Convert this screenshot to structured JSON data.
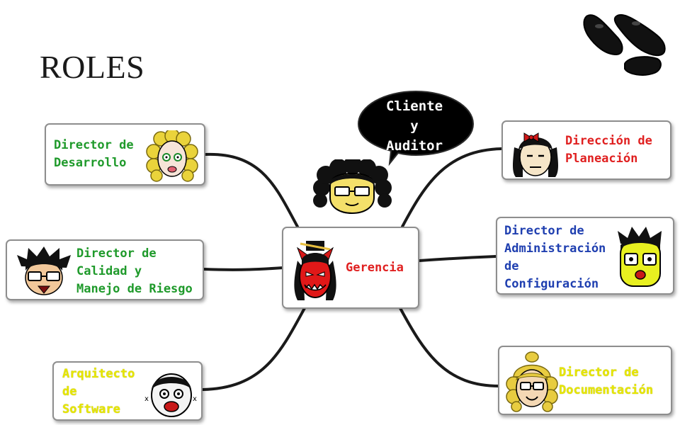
{
  "title": "ROLES",
  "bubble": {
    "text": "Cliente\ny\nAuditor"
  },
  "center": {
    "label": "Gerencia",
    "color": "#e02020"
  },
  "roles": [
    {
      "label": "Director de\nDesarrollo",
      "color": "#1f9a2b"
    },
    {
      "label": "Director de\nCalidad y\nManejo de Riesgo",
      "color": "#1f9a2b"
    },
    {
      "label": "Arquitecto\nde\nSoftware",
      "color": "#e6e600"
    },
    {
      "label": "Dirección de\nPlaneación",
      "color": "#e02020"
    },
    {
      "label": "Director de\nAdministración\nde\nConfiguración",
      "color": "#1f3fb0"
    },
    {
      "label": "Director de\nDocumentación",
      "color": "#e6e600"
    }
  ]
}
